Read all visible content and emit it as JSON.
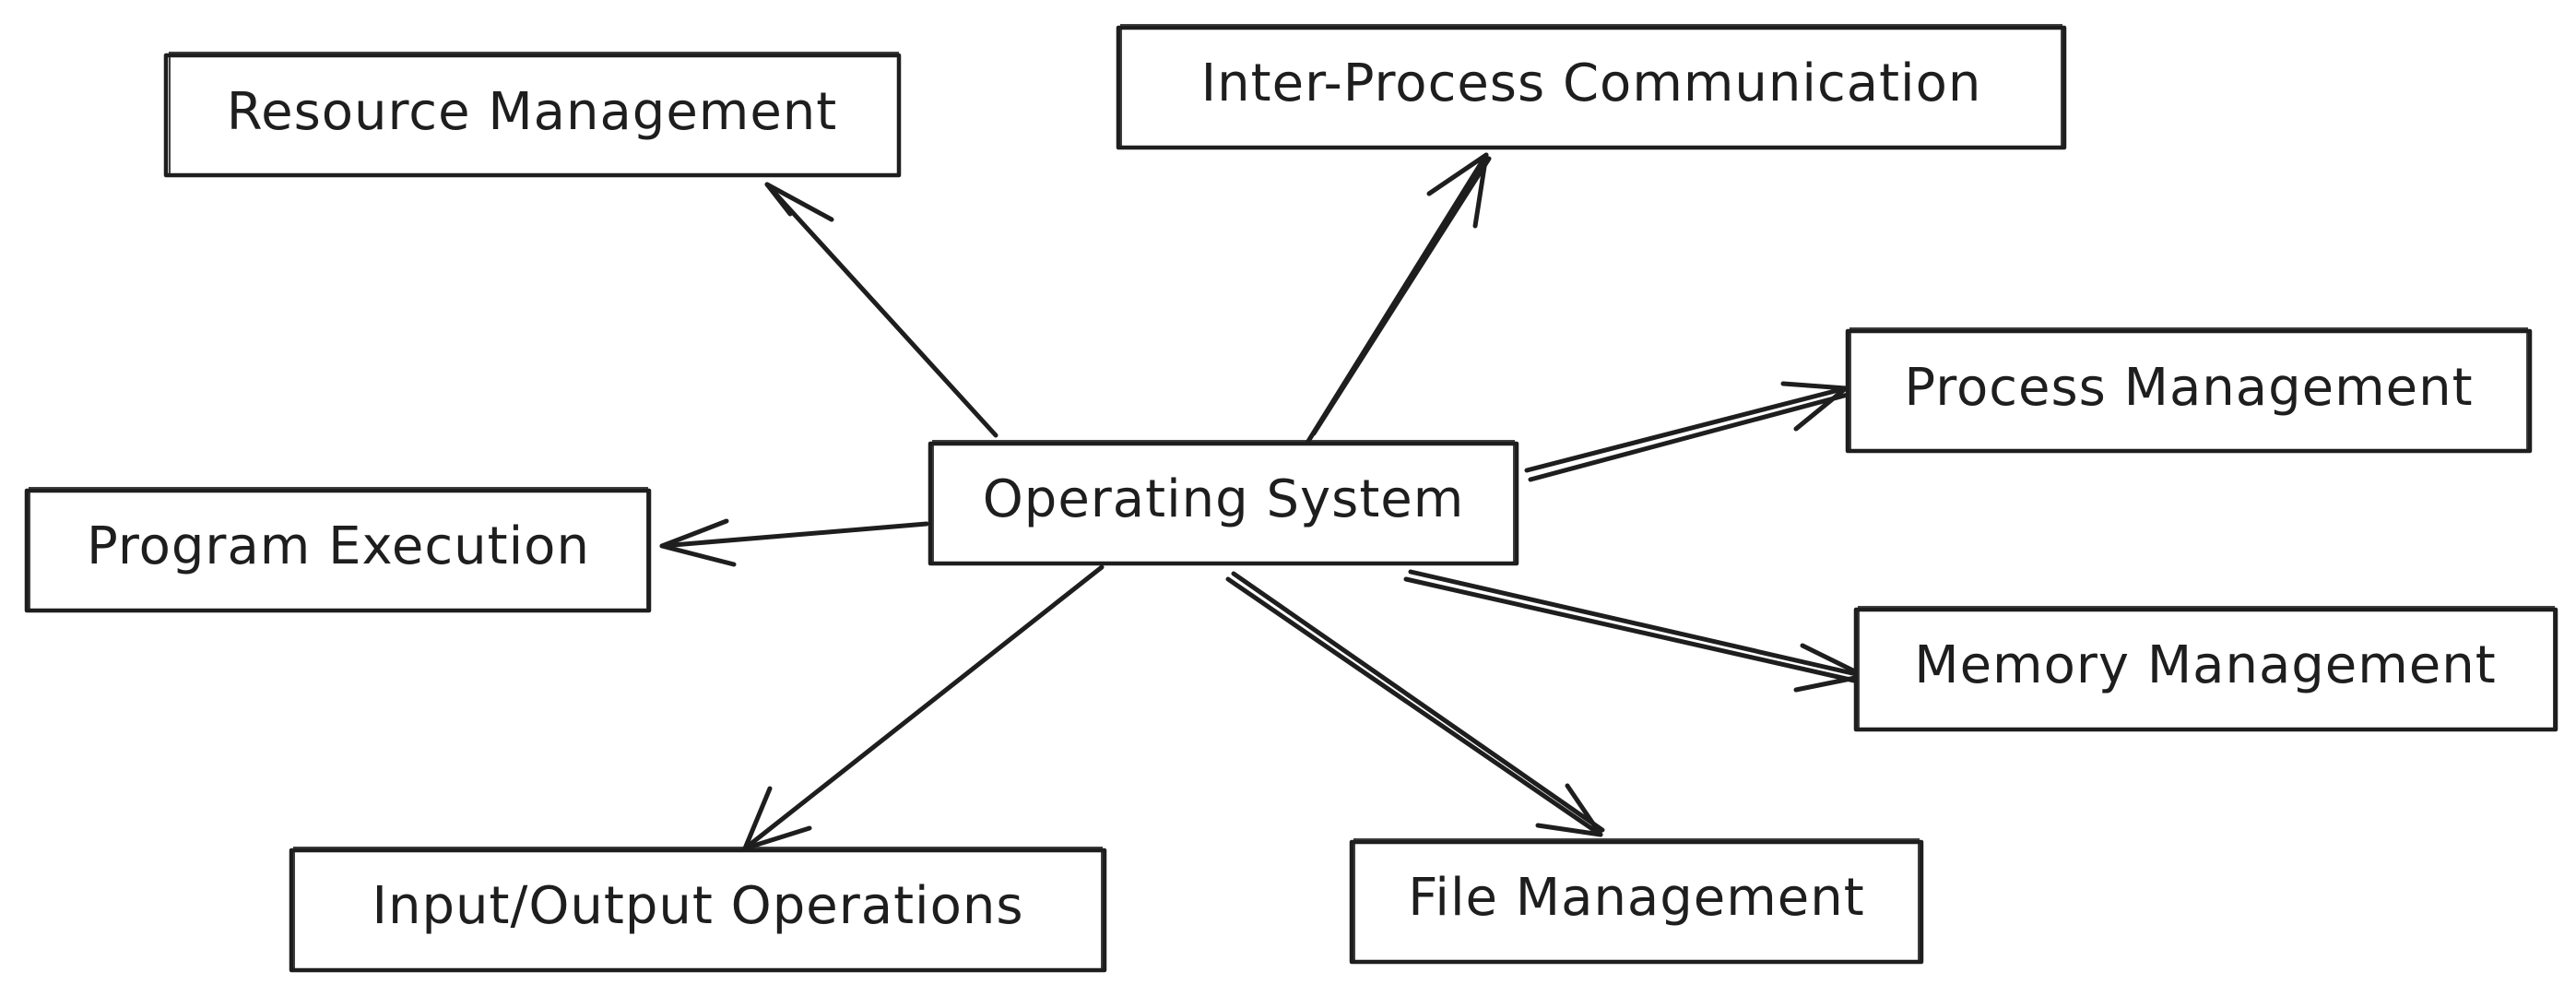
{
  "diagram": {
    "center": {
      "label": "Operating System"
    },
    "nodes": [
      {
        "id": "resource-management",
        "label": "Resource Management"
      },
      {
        "id": "inter-process-communication",
        "label": "Inter-Process Communication"
      },
      {
        "id": "process-management",
        "label": "Process Management"
      },
      {
        "id": "program-execution",
        "label": "Program Execution"
      },
      {
        "id": "memory-management",
        "label": "Memory Management"
      },
      {
        "id": "input-output-operations",
        "label": "Input/Output Operations"
      },
      {
        "id": "file-management",
        "label": "File Management"
      }
    ],
    "edges": [
      {
        "from": "operating-system",
        "to": "resource-management"
      },
      {
        "from": "operating-system",
        "to": "inter-process-communication"
      },
      {
        "from": "operating-system",
        "to": "process-management"
      },
      {
        "from": "operating-system",
        "to": "program-execution"
      },
      {
        "from": "operating-system",
        "to": "memory-management"
      },
      {
        "from": "operating-system",
        "to": "input-output-operations"
      },
      {
        "from": "operating-system",
        "to": "file-management"
      }
    ]
  }
}
